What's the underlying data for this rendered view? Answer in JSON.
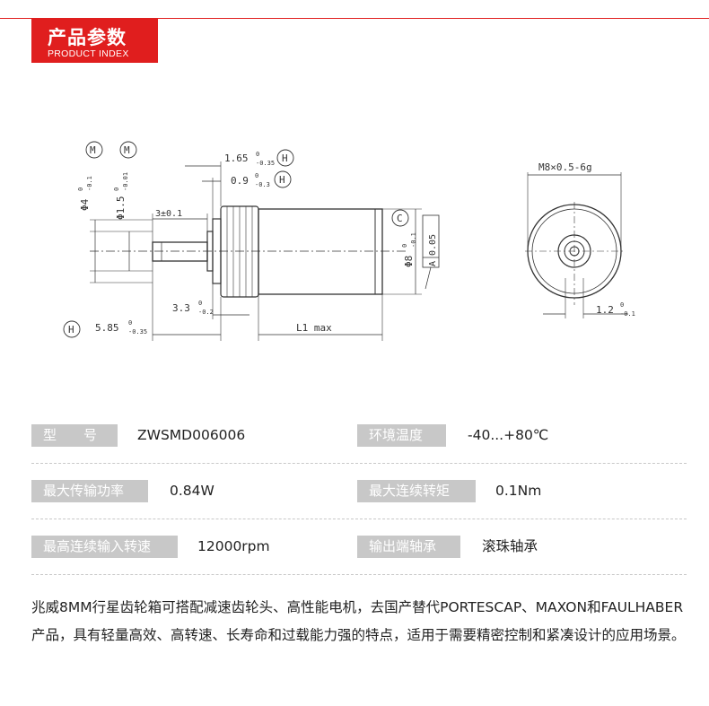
{
  "header": {
    "title_cn": "产品参数",
    "title_en": "PRODUCT INDEX"
  },
  "drawing": {
    "dims": {
      "d4": "Φ4",
      "d4_sup": "0",
      "d4_sub": "-0.1",
      "d15": "Φ1.5",
      "d15_sup": "0",
      "d15_sub": "-0.01",
      "d3": "3±0.1",
      "l165": "1.65",
      "l165_sup": "0",
      "l165_sub": "-0.35",
      "l09": "0.9",
      "l09_sup": "0",
      "l09_sub": "-0.3",
      "l33": "3.3",
      "l33_sup": "0",
      "l33_sub": "-0.2",
      "l585": "5.85",
      "l585_sup": "0",
      "l585_sub": "-0.35",
      "l1max": "L1 max",
      "d8": "Φ8",
      "d8_sup": "0",
      "d8_sub": "-0.1",
      "tol": "0.05",
      "datum_a": "A",
      "thread": "M8×0.5-6g",
      "l12": "1.2",
      "l12_sup": "0",
      "l12_sub": "-0.1"
    },
    "circles": {
      "m1": "M",
      "m2": "M",
      "h1": "H",
      "h2": "H",
      "h3": "H",
      "c1": "C"
    }
  },
  "specs": {
    "model_label": "型　　号",
    "model_value": "ZWSMD006006",
    "temp_label": "环境温度",
    "temp_value": "-40...+80℃",
    "power_label": "最大传输功率",
    "power_value": "0.84W",
    "torque_label": "最大连续转矩",
    "torque_value": "0.1Nm",
    "speed_label": "最高连续输入转速",
    "speed_value": "12000rpm",
    "bearing_label": "输出端轴承",
    "bearing_value": "滚珠轴承"
  },
  "description": {
    "text": "兆威8MM行星齿轮箱可搭配减速齿轮头、高性能电机，去国产替代PORTESCAP、MAXON和FAULHABER产品，具有轻量高效、高转速、长寿命和过载能力强的特点，适用于需要精密控制和紧凑设计的应用场景。"
  }
}
